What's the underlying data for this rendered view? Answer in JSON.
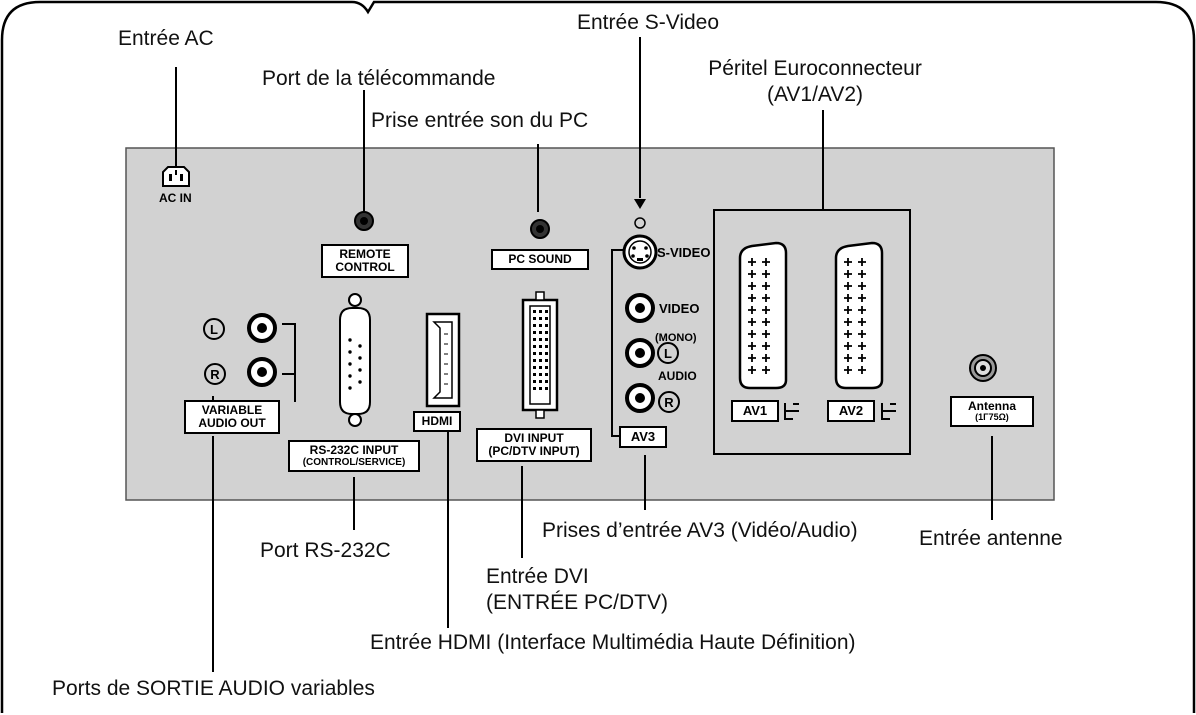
{
  "callouts": {
    "ac_input": "Entrée AC",
    "remote_port": "Port de la télécommande",
    "pc_sound_input": "Prise entrée son du PC",
    "svideo_input": "Entrée S-Video",
    "scart_line1": "Péritel Euroconnecteur",
    "scart_line2": "(AV1/AV2)",
    "av3_inputs": "Prises d’entrée AV3 (Vidéo/Audio)",
    "antenna_input": "Entrée antenne",
    "rs232c_port": "Port RS-232C",
    "dvi_line1": "Entrée DVI",
    "dvi_line2": "(ENTRÉE PC/DTV)",
    "hdmi_input": "Entrée HDMI (Interface Multimédia Haute Définition)",
    "variable_audio_out": "Ports de SORTIE AUDIO variables"
  },
  "panel_labels": {
    "ac_in": "AC IN",
    "remote_line1": "REMOTE",
    "remote_line2": "CONTROL",
    "pc_sound": "PC SOUND",
    "s_video": "S-VIDEO",
    "video": "VIDEO",
    "mono": "(MONO)",
    "audio": "AUDIO",
    "av3": "AV3",
    "av1": "AV1",
    "av2": "AV2",
    "left_mark": "L",
    "right_mark": "R",
    "variable_line1": "VARIABLE",
    "variable_line2": "AUDIO OUT",
    "rs232c_line1": "RS-232C INPUT",
    "rs232c_line2": "(CONTROL/SERVICE)",
    "hdmi": "HDMI",
    "dvi_line1": "DVI INPUT",
    "dvi_line2": "(PC/DTV INPUT)",
    "antenna_line1": "Antenna",
    "antenna_line2": "(1Γ75Ω)"
  },
  "colors": {
    "panel": "#d2d2d2",
    "outline": "#000000",
    "background": "#ffffff"
  }
}
